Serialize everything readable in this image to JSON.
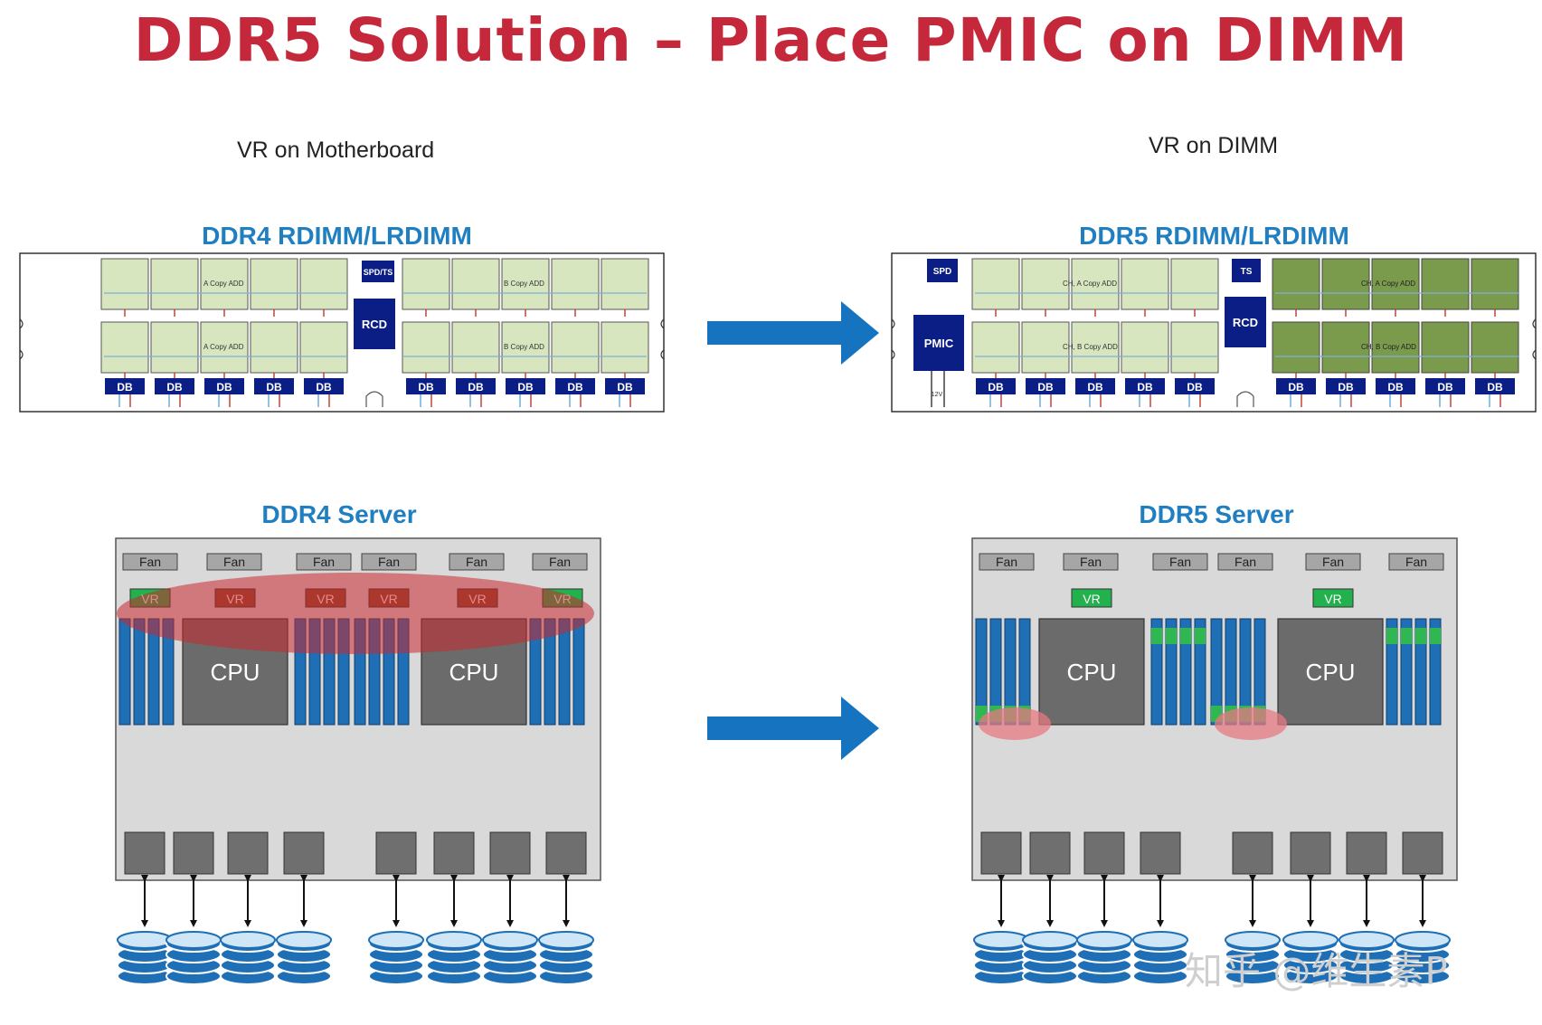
{
  "title": "DDR5 Solution – Place PMIC on DIMM",
  "left": {
    "caption": "VR on Motherboard",
    "dimm_title": "DDR4 RDIMM/LRDIMM",
    "server_title": "DDR4 Server",
    "dimm": {
      "spd_label": "SPD/TS",
      "rcd_label": "RCD",
      "db_label": "DB",
      "bank_labels": [
        "A Copy ADD",
        "B Copy ADD",
        "A Copy ADD",
        "B Copy ADD"
      ]
    },
    "server": {
      "fan_label": "Fan",
      "vr_label": "VR",
      "cpu_label": "CPU"
    }
  },
  "right": {
    "caption": "VR on DIMM",
    "dimm_title": "DDR5 RDIMM/LRDIMM",
    "server_title": "DDR5 Server",
    "dimm": {
      "spd_label": "SPD",
      "ts_label": "TS",
      "rcd_label": "RCD",
      "pmic_label": "PMIC",
      "db_label": "DB",
      "input_label": "12V",
      "bank_labels": [
        "CH, A Copy ADD",
        "CH, A Copy ADD",
        "CH, B Copy ADD",
        "CH, B Copy ADD"
      ]
    },
    "server": {
      "fan_label": "Fan",
      "vr_label": "VR",
      "cpu_label": "CPU"
    }
  },
  "watermark": "知乎 @维生素P",
  "colors": {
    "title": "#c4283a",
    "section_title": "#1f7fc0",
    "arrow": "#1673c0",
    "dram_ddr4": "#d7e6bf",
    "dram_ddr5_right": "#7a9a4c",
    "chip_navy": "#0a1e86",
    "vr_green": "#22b14c",
    "vr_brown": "#8b4a2b",
    "dimm_blue": "#1e6fb5",
    "cpu_gray": "#6b6b6b",
    "server_bg": "#d9d9d9",
    "hotspot": "#c8282d"
  }
}
